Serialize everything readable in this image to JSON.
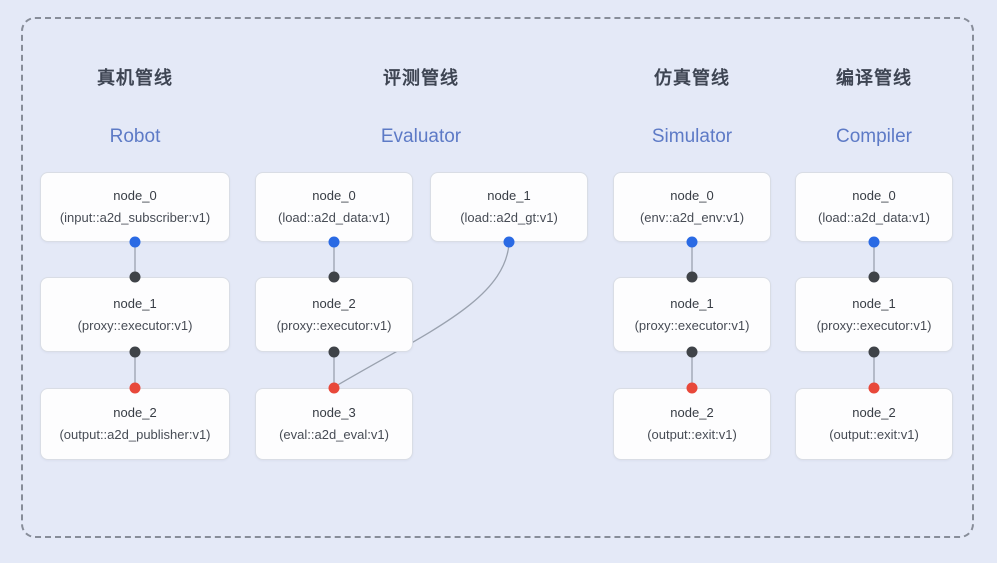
{
  "diagram_title": "A2D pipelines diagram",
  "colors": {
    "background": "#e4e9f7",
    "frame_dash": "#878d99",
    "node_fill": "#fdfdfe",
    "node_border": "#d9dde5",
    "title_zh_color": "#3e4553",
    "title_en_color": "#5d7ac6",
    "edge_line": "#9aa2af",
    "port_source_blue": "#2a6ae4",
    "port_mid_black": "#3f4348",
    "port_sink_red": "#e8483a"
  },
  "pipelines": [
    {
      "title_zh": "真机管线",
      "title_en": "Robot",
      "nodes": [
        {
          "name": "node_0",
          "type": "(input::a2d_subscriber:v1)"
        },
        {
          "name": "node_1",
          "type": "(proxy::executor:v1)"
        },
        {
          "name": "node_2",
          "type": "(output::a2d_publisher:v1)"
        }
      ],
      "edges": [
        "node_0 -> node_1",
        "node_1 -> node_2"
      ]
    },
    {
      "title_zh": "评测管线",
      "title_en": "Evaluator",
      "nodes": [
        {
          "name": "node_0",
          "type": "(load::a2d_data:v1)"
        },
        {
          "name": "node_1",
          "type": "(load::a2d_gt:v1)"
        },
        {
          "name": "node_2",
          "type": "(proxy::executor:v1)"
        },
        {
          "name": "node_3",
          "type": "(eval::a2d_eval:v1)"
        }
      ],
      "edges": [
        "node_0 -> node_2",
        "node_1 -> node_3",
        "node_2 -> node_3"
      ]
    },
    {
      "title_zh": "仿真管线",
      "title_en": "Simulator",
      "nodes": [
        {
          "name": "node_0",
          "type": "(env::a2d_env:v1)"
        },
        {
          "name": "node_1",
          "type": "(proxy::executor:v1)"
        },
        {
          "name": "node_2",
          "type": "(output::exit:v1)"
        }
      ],
      "edges": [
        "node_0 -> node_1",
        "node_1 -> node_2"
      ]
    },
    {
      "title_zh": "编译管线",
      "title_en": "Compiler",
      "nodes": [
        {
          "name": "node_0",
          "type": "(load::a2d_data:v1)"
        },
        {
          "name": "node_1",
          "type": "(proxy::executor:v1)"
        },
        {
          "name": "node_2",
          "type": "(output::exit:v1)"
        }
      ],
      "edges": [
        "node_0 -> node_1",
        "node_1 -> node_2"
      ]
    }
  ]
}
